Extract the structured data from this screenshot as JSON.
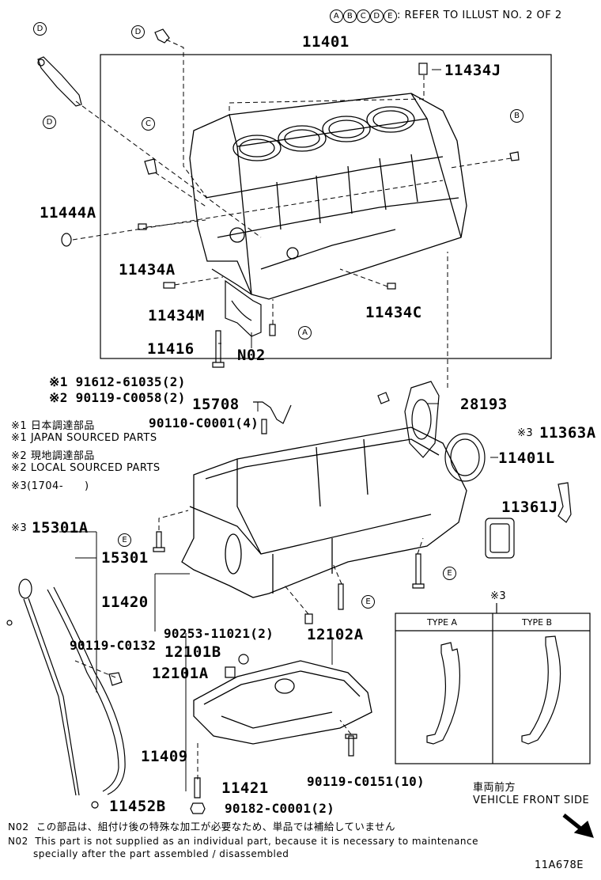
{
  "header": {
    "ref_letters": [
      "A",
      "B",
      "C",
      "D",
      "E"
    ],
    "ref_text": ": REFER TO ILLUST NO. 2 OF 2"
  },
  "parts": {
    "p11401": "11401",
    "p11434J": "11434J",
    "p11444A": "11444A",
    "p11434A": "11434A",
    "p11434M": "11434M",
    "p11434C": "11434C",
    "p11416": "11416",
    "pN02": "N02",
    "p91612": "※1 91612-61035(2)",
    "p90119_58": "※2 90119-C0058(2)",
    "p15708": "15708",
    "p28193": "28193",
    "p90110": "90110-C0001(4)",
    "p11363A": "11363A",
    "p11363A_mark": "※3",
    "p11401L": "11401L",
    "p11361J": "11361J",
    "p15301A": "15301A",
    "p15301A_mark": "※3",
    "p15301": "15301",
    "p11420": "11420",
    "p90253": "90253-11021(2)",
    "p12102A": "12102A",
    "p90119_132": "90119-C0132",
    "p12101B": "12101B",
    "p12101A": "12101A",
    "p11409": "11409",
    "p90119_151": "90119-C0151(10)",
    "p11421": "11421",
    "p11452B": "11452B",
    "p90182": "90182-C0001(2)"
  },
  "callouts": {
    "d1": "D",
    "d2": "D",
    "d3": "D",
    "c1": "C",
    "b1": "B",
    "a1": "A",
    "e1": "E",
    "e2": "E",
    "e3": "E"
  },
  "legend": {
    "l1_mark": "※1",
    "l1_text": "日本調達部品",
    "l2_mark": "※1",
    "l2_text": "JAPAN SOURCED PARTS",
    "l3_mark": "※2",
    "l3_text": "現地調達部品",
    "l4_mark": "※2",
    "l4_text": "LOCAL SOURCED PARTS",
    "l5_mark": "※3",
    "l5_text": "(1704-　　)"
  },
  "types": {
    "mark": "※3",
    "type_a": "TYPE A",
    "type_b": "TYPE B"
  },
  "direction": {
    "jp": "車両前方",
    "en": "VEHICLE FRONT SIDE"
  },
  "footnotes": {
    "n1_code": "N02",
    "n1_text": "この部品は、組付け後の特殊な加工が必要なため、単品では補給していません",
    "n2_code": "N02",
    "n2_line1": "This part is not supplied as an individual part, because it is necessary to maintenance",
    "n2_line2": "specially after the part assembled / disassembled"
  },
  "illust_code": "11A678E"
}
